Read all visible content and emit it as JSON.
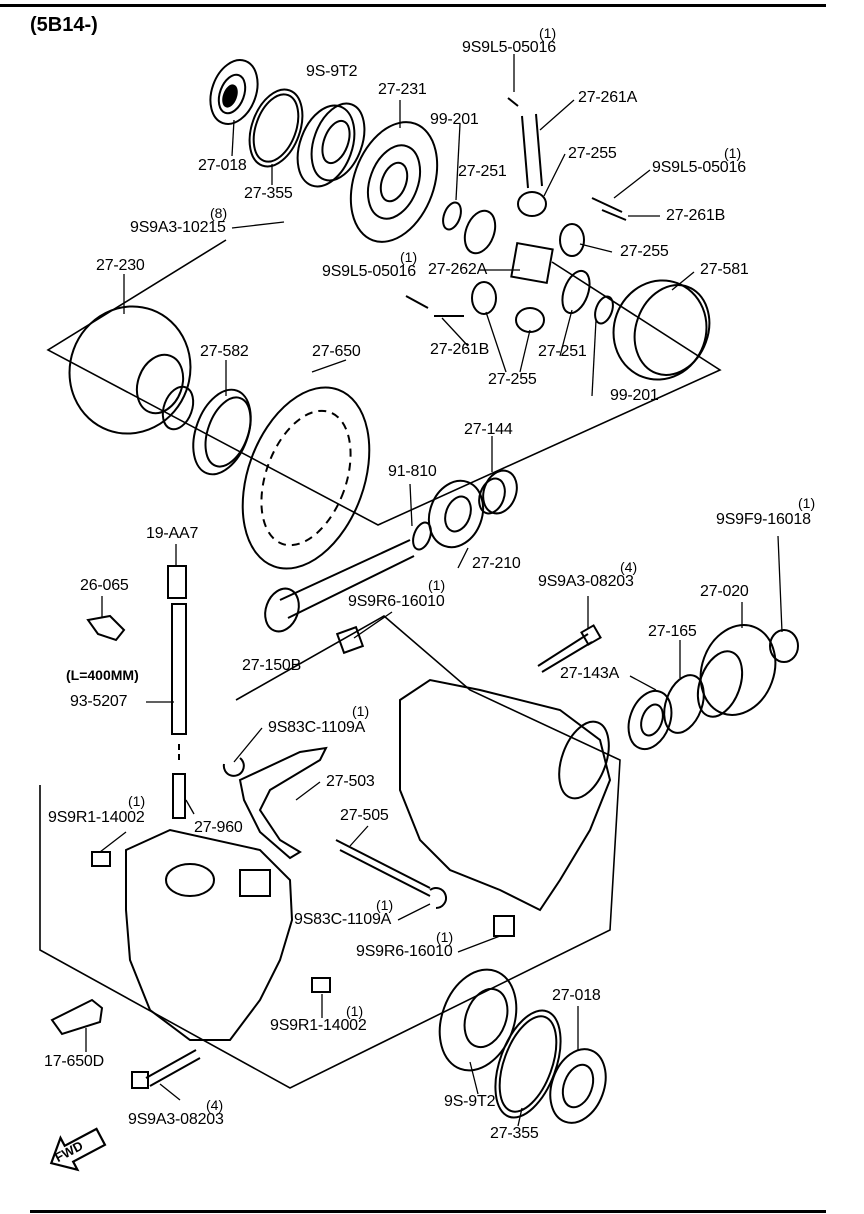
{
  "header": "(5B14-)",
  "fwd_label": "FWD",
  "length_note": "(L=400MM)",
  "labels": {
    "pin_9s9l5_top": "9S9L5-05016",
    "pin_9s9l5_right": "9S9L5-05016",
    "pin_9s9l5_mid": "9S9L5-05016",
    "seal_9s9t2_top": "9S-9T2",
    "cover_27231": "27-231",
    "shim_99201_top": "99-201",
    "shaft_27261a": "27-261A",
    "gear_27255_a": "27-255",
    "gear_27255_b": "27-255",
    "gear_27255_c": "27-255",
    "seal_27018_top": "27-018",
    "gear_27251_a": "27-251",
    "gear_27251_b": "27-251",
    "ring_27355_top": "27-355",
    "bolt_9s9a3_10215": "9S9A3-10215",
    "pin_27261b_right": "27-261B",
    "case_27230": "27-230",
    "block_27262a": "27-262A",
    "case_27581": "27-581",
    "ring_27582": "27-582",
    "gear_27650": "27-650",
    "pin_27261b_mid": "27-261B",
    "shim_99201_bottom": "99-201",
    "bearing_27144": "27-144",
    "shim_91810": "91-810",
    "tube_19aa7": "19-AA7",
    "bearing_27210": "27-210",
    "nut_9s9f9": "9S9F9-16018",
    "bolt_9s9a3_08203_top": "9S9A3-08203",
    "clip_26065": "26-065",
    "plug_9s9r6_top": "9S9R6-16010",
    "flange_27020": "27-020",
    "seal_27165": "27-165",
    "housing_27150b": "27-150B",
    "bearing_27143a": "27-143A",
    "cable_935207": "93-5207",
    "snap_9s83c_top": "9S83C-1109A",
    "fork_27503": "27-503",
    "plug_9s9r1_left": "9S9R1-14002",
    "shaft_27505": "27-505",
    "gear_27960": "27-960",
    "snap_9s83c_bottom": "9S83C-1109A",
    "plug_9s9r6_bottom": "9S9R6-16010",
    "seal_27018_bottom": "27-018",
    "plug_9s9r1_bottom": "9S9R1-14002",
    "sensor_17650d": "17-650D",
    "seal_9s9t2_bottom": "9S-9T2",
    "bolt_9s9a3_08203_bottom": "9S9A3-08203",
    "ring_27355_bottom": "27-355"
  },
  "quantities": {
    "pin_9s9l5_top": "(1)",
    "pin_9s9l5_right": "(1)",
    "pin_9s9l5_mid": "(1)",
    "bolt_9s9a3_10215": "(8)",
    "nut_9s9f9": "(1)",
    "bolt_9s9a3_08203_top": "(4)",
    "plug_9s9r6_top": "(1)",
    "snap_9s83c_top": "(1)",
    "plug_9s9r1_left": "(1)",
    "snap_9s83c_bottom": "(1)",
    "plug_9s9r6_bottom": "(1)",
    "plug_9s9r1_bottom": "(1)",
    "bolt_9s9a3_08203_bottom": "(4)"
  }
}
